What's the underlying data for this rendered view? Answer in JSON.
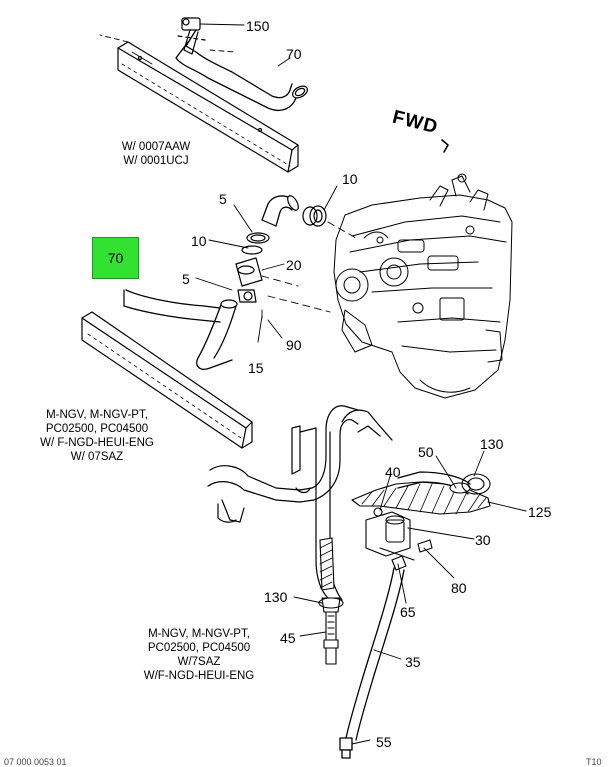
{
  "callouts": {
    "c150": "150",
    "c70_top": "70",
    "c10_a": "10",
    "c5_a": "5",
    "c10_b": "10",
    "c20": "20",
    "c5_b": "5",
    "c90": "90",
    "c15": "15",
    "c70_hl": "70",
    "c50": "50",
    "c130_top": "130",
    "c125": "125",
    "c40": "40",
    "c30": "30",
    "c80": "80",
    "c65": "65",
    "c130_bottom": "130",
    "c45": "45",
    "c35": "35",
    "c55": "55"
  },
  "fwd_label": "FWD",
  "notes": {
    "top": [
      "W/ 0007AAW",
      "W/ 0001UCJ"
    ],
    "middle": [
      "M-NGV, M-NGV-PT,",
      "PC02500, PC04500",
      "W/ F-NGD-HEUI-ENG",
      "W/ 07SAZ"
    ],
    "bottom": [
      "M-NGV, M-NGV-PT,",
      "PC02500, PC04500",
      "W/7SAZ",
      "W/F-NGD-HEUI-ENG"
    ]
  },
  "footer": {
    "left": "07 000 0053 01",
    "right": "T10"
  },
  "highlight_color": "#33e133"
}
